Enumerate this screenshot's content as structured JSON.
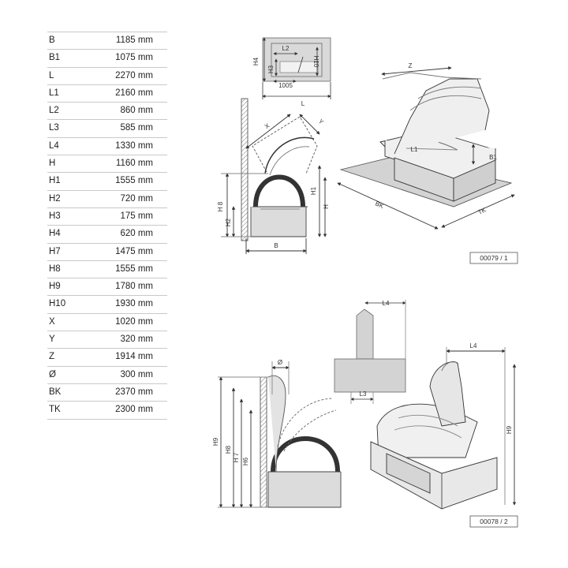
{
  "dimensions": [
    {
      "label": "B",
      "value": "1185 mm"
    },
    {
      "label": "B1",
      "value": "1075 mm"
    },
    {
      "label": "L",
      "value": "2270 mm"
    },
    {
      "label": "L1",
      "value": "2160 mm"
    },
    {
      "label": "L2",
      "value": "860 mm"
    },
    {
      "label": "L3",
      "value": "585 mm"
    },
    {
      "label": "L4",
      "value": "1330 mm"
    },
    {
      "label": "H",
      "value": "1160 mm"
    },
    {
      "label": "H1",
      "value": "1555 mm"
    },
    {
      "label": "H2",
      "value": "720 mm"
    },
    {
      "label": "H3",
      "value": "175 mm"
    },
    {
      "label": "H4",
      "value": "620 mm"
    },
    {
      "label": "H7",
      "value": "1475 mm"
    },
    {
      "label": "H8",
      "value": "1555 mm"
    },
    {
      "label": "H9",
      "value": "1780 mm"
    },
    {
      "label": "H10",
      "value": "1930 mm"
    },
    {
      "label": "X",
      "value": "1020 mm"
    },
    {
      "label": "Y",
      "value": "320 mm"
    },
    {
      "label": "Z",
      "value": "1914 mm"
    },
    {
      "label": "Ø",
      "value": "300 mm"
    },
    {
      "label": "BK",
      "value": "2370 mm"
    },
    {
      "label": "TK",
      "value": "2300 mm"
    }
  ],
  "figure_1": {
    "ref": "00079 / 1",
    "labels": {
      "H4": "H4",
      "L2": "L2",
      "H3": "H3",
      "H10": "H10",
      "d1005": "1005",
      "L": "L",
      "X": "X",
      "Y": "Y",
      "H8": "H 8",
      "H2": "H2",
      "H1": "H1",
      "H": "H",
      "B": "B",
      "Z": "Z",
      "L1": "L1",
      "B1": "B1",
      "BK": "BK",
      "TK": "TK"
    }
  },
  "figure_2": {
    "ref": "00078 / 2",
    "labels": {
      "L4a": "L4",
      "L3": "L3",
      "L4b": "L4",
      "phi": "Ø",
      "H9a": "H9",
      "H8": "H8",
      "H7": "H 7",
      "H6": "H6",
      "H9b": "H9"
    }
  }
}
